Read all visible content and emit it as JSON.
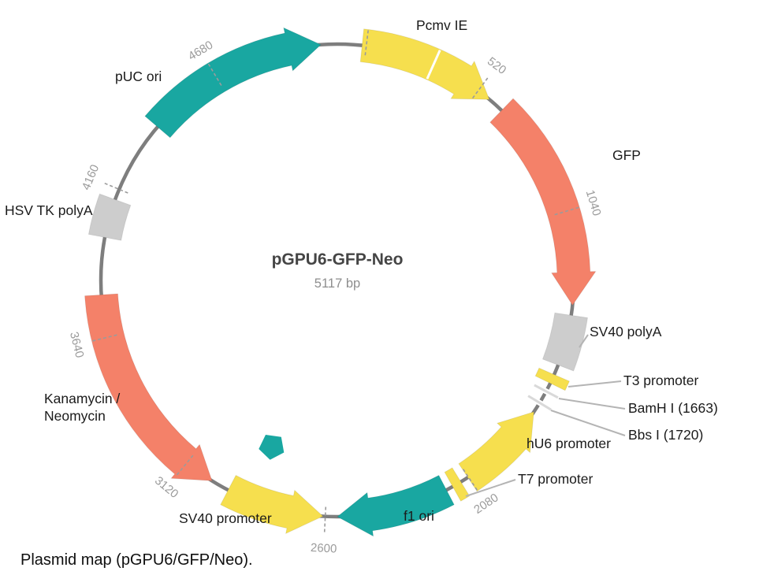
{
  "caption": "Plasmid map (pGPU6/GFP/Neo).",
  "map": {
    "name": "pGPU6-GFP-Neo",
    "size_label": "5117 bp",
    "total_bp": 5117,
    "ring_color": "#7E7E7E",
    "tick_color": "#9B9B9B",
    "leader_color": "#B4B4B4",
    "palette": {
      "promoter_yellow": "#F6DF4E",
      "gene_salmon": "#F48169",
      "ori_teal": "#19A7A1",
      "polya_gray": "#CDCDCD"
    },
    "features": [
      {
        "id": "pcmv-ie",
        "label": "Pcmv IE",
        "color": "#F6DF4E",
        "shape": "arrow",
        "direction": "cw",
        "start_angle": 6,
        "end_angle": 40,
        "divider_angle": 24
      },
      {
        "id": "gfp",
        "label": "GFP",
        "color": "#F48169",
        "shape": "arrow",
        "direction": "cw",
        "start_angle": 44,
        "end_angle": 96
      },
      {
        "id": "sv40-polya",
        "label": "SV40 polyA",
        "color": "#CDCDCD",
        "shape": "block",
        "start_angle": 98.5,
        "end_angle": 111
      },
      {
        "id": "t3-promoter",
        "label": "T3 promoter",
        "color": "#F6DF4E",
        "shape": "block",
        "start_angle": 113.5,
        "end_angle": 115.8
      },
      {
        "id": "hu6-promoter",
        "label": "hU6 promoter",
        "color": "#F6DF4E",
        "shape": "arrow",
        "direction": "ccw",
        "start_angle": 123.8,
        "end_angle": 146.5
      },
      {
        "id": "t7-promoter",
        "label": "T7 promoter",
        "color": "#F6DF4E",
        "shape": "block",
        "start_angle": 148.5,
        "end_angle": 150.8
      },
      {
        "id": "f1-ori",
        "label": "f1 ori",
        "color": "#19A7A1",
        "shape": "arrow",
        "direction": "cw",
        "start_angle": 152.5,
        "end_angle": 180
      },
      {
        "id": "sv40-promoter",
        "label": "SV40 promoter",
        "color": "#F6DF4E",
        "shape": "arrow",
        "direction": "ccw",
        "start_angle": 183.5,
        "end_angle": 207.5
      },
      {
        "id": "kanamycin-neomycin",
        "label": "Kanamycin /\nNeomycin",
        "color": "#F48169",
        "shape": "arrow",
        "direction": "ccw",
        "start_angle": 212,
        "end_angle": 266.5
      },
      {
        "id": "hsv-tk-polya",
        "label": "HSV TK polyA",
        "color": "#CDCDCD",
        "shape": "block",
        "start_angle": 280.5,
        "end_angle": 290
      },
      {
        "id": "puc-ori",
        "label": "pUC ori",
        "color": "#19A7A1",
        "shape": "arrow",
        "direction": "cw",
        "start_angle": 310.5,
        "end_angle": 356
      }
    ],
    "sites": [
      {
        "id": "bamhi",
        "label": "BamH I (1663)",
        "angle": 118
      },
      {
        "id": "bbsi",
        "label": "Bbs I (1720)",
        "angle": 121.2
      }
    ],
    "ticks": [
      {
        "pos": 100,
        "label": ""
      },
      {
        "pos": 520,
        "label": "520"
      },
      {
        "pos": 1040,
        "label": "1040"
      },
      {
        "pos": 2080,
        "label": "2080"
      },
      {
        "pos": 2600,
        "label": "2600"
      },
      {
        "pos": 3120,
        "label": "3120"
      },
      {
        "pos": 3640,
        "label": "3640"
      },
      {
        "pos": 4160,
        "label": "4160"
      },
      {
        "pos": 4680,
        "label": "4680"
      }
    ],
    "marker": {
      "id": "insert-marker",
      "color": "#19A7A1"
    }
  }
}
